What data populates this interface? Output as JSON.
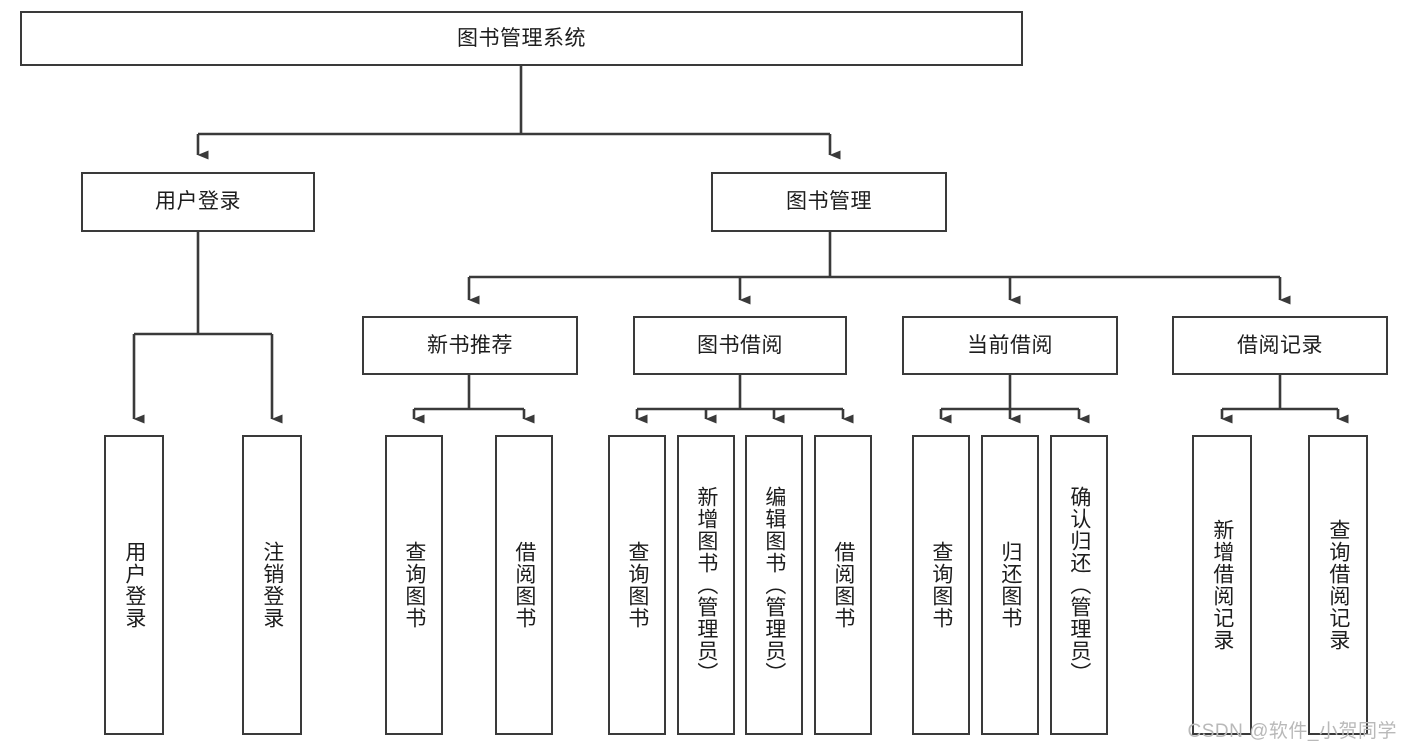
{
  "diagram": {
    "type": "tree",
    "title": "图书管理系统",
    "watermark": "CSDN @软件_小贺同学",
    "colors": {
      "box_border": "#3a3a3a",
      "box_fill": "#ffffff",
      "edge": "#3a3a3a",
      "text": "#1d1d1d",
      "watermark": "#b9b9b9",
      "background": "#ffffff"
    },
    "nodes": {
      "root": {
        "label": "图书管理系统",
        "level": 0,
        "orientation": "horizontal"
      },
      "l1": [
        {
          "id": "user_login",
          "label": "用户登录",
          "orientation": "horizontal"
        },
        {
          "id": "book_mgmt",
          "label": "图书管理",
          "orientation": "horizontal"
        }
      ],
      "l2": [
        {
          "id": "new_book_rec",
          "label": "新书推荐",
          "parent": "book_mgmt",
          "orientation": "horizontal"
        },
        {
          "id": "book_borrow",
          "label": "图书借阅",
          "parent": "book_mgmt",
          "orientation": "horizontal"
        },
        {
          "id": "current_borrow",
          "label": "当前借阅",
          "parent": "book_mgmt",
          "orientation": "horizontal"
        },
        {
          "id": "borrow_record",
          "label": "借阅记录",
          "parent": "book_mgmt",
          "orientation": "horizontal"
        }
      ],
      "leaves": [
        {
          "id": "leaf_user_login",
          "label": "用户登录",
          "parent": "user_login",
          "orientation": "vertical"
        },
        {
          "id": "leaf_user_logout",
          "label": "注销登录",
          "parent": "user_login",
          "orientation": "vertical"
        },
        {
          "id": "leaf_rec_query",
          "label": "查询图书",
          "parent": "new_book_rec",
          "orientation": "vertical"
        },
        {
          "id": "leaf_rec_borrow",
          "label": "借阅图书",
          "parent": "new_book_rec",
          "orientation": "vertical"
        },
        {
          "id": "leaf_borrow_query",
          "label": "查询图书",
          "parent": "book_borrow",
          "orientation": "vertical"
        },
        {
          "id": "leaf_borrow_add",
          "label": "新增图书（管理员）",
          "parent": "book_borrow",
          "orientation": "vertical"
        },
        {
          "id": "leaf_borrow_edit",
          "label": "编辑图书（管理员）",
          "parent": "book_borrow",
          "orientation": "vertical"
        },
        {
          "id": "leaf_borrow_lend",
          "label": "借阅图书",
          "parent": "book_borrow",
          "orientation": "vertical"
        },
        {
          "id": "leaf_cur_query",
          "label": "查询图书",
          "parent": "current_borrow",
          "orientation": "vertical"
        },
        {
          "id": "leaf_cur_return",
          "label": "归还图书",
          "parent": "current_borrow",
          "orientation": "vertical"
        },
        {
          "id": "leaf_cur_confirm",
          "label": "确认归还（管理员）",
          "parent": "current_borrow",
          "orientation": "vertical"
        },
        {
          "id": "leaf_rec_add",
          "label": "新增借阅记录",
          "parent": "borrow_record",
          "orientation": "vertical"
        },
        {
          "id": "leaf_rec_search",
          "label": "查询借阅记录",
          "parent": "borrow_record",
          "orientation": "vertical"
        }
      ]
    }
  }
}
